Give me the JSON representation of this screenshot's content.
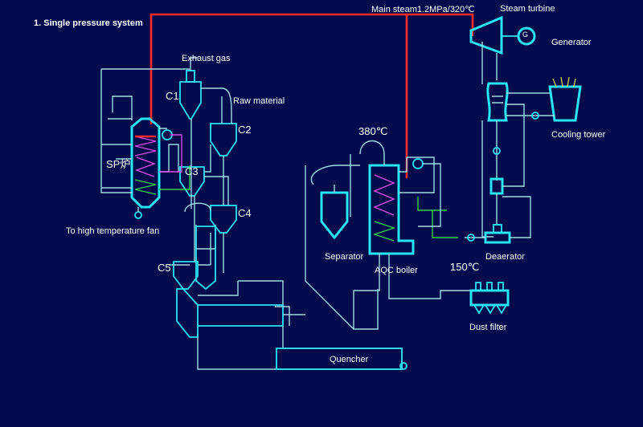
{
  "title": "1. Single pressure system",
  "labels": {
    "main_steam": "Main steam1.2MPa/320℃",
    "steam_turbine": "Steam turbine",
    "generator": "Generator",
    "generator_symbol": "G",
    "exhaust_gas": "Exhaust gas",
    "raw_material": "Raw material",
    "c1": "C1",
    "c2": "C2",
    "c3": "C3",
    "c4": "C4",
    "c5": "C5",
    "sp_boiler": "SP炉",
    "to_fan": "To high temperature fan",
    "temp_380": "380℃",
    "temp_150": "150℃",
    "cooling_tower": "Cooling tower",
    "separator": "Separator",
    "aqc_boiler": "AQC boiler",
    "deaerator": "Deaerator",
    "dust_filter": "Dust filter",
    "quencher": "Quencher"
  },
  "colors": {
    "background": "#010a4a",
    "equipment": "#27e6f2",
    "pipe": "#9fd8ea",
    "main_steam_line": "#ff2a2a",
    "superheater": "#d84de0",
    "feedwater": "#3ad04a"
  }
}
